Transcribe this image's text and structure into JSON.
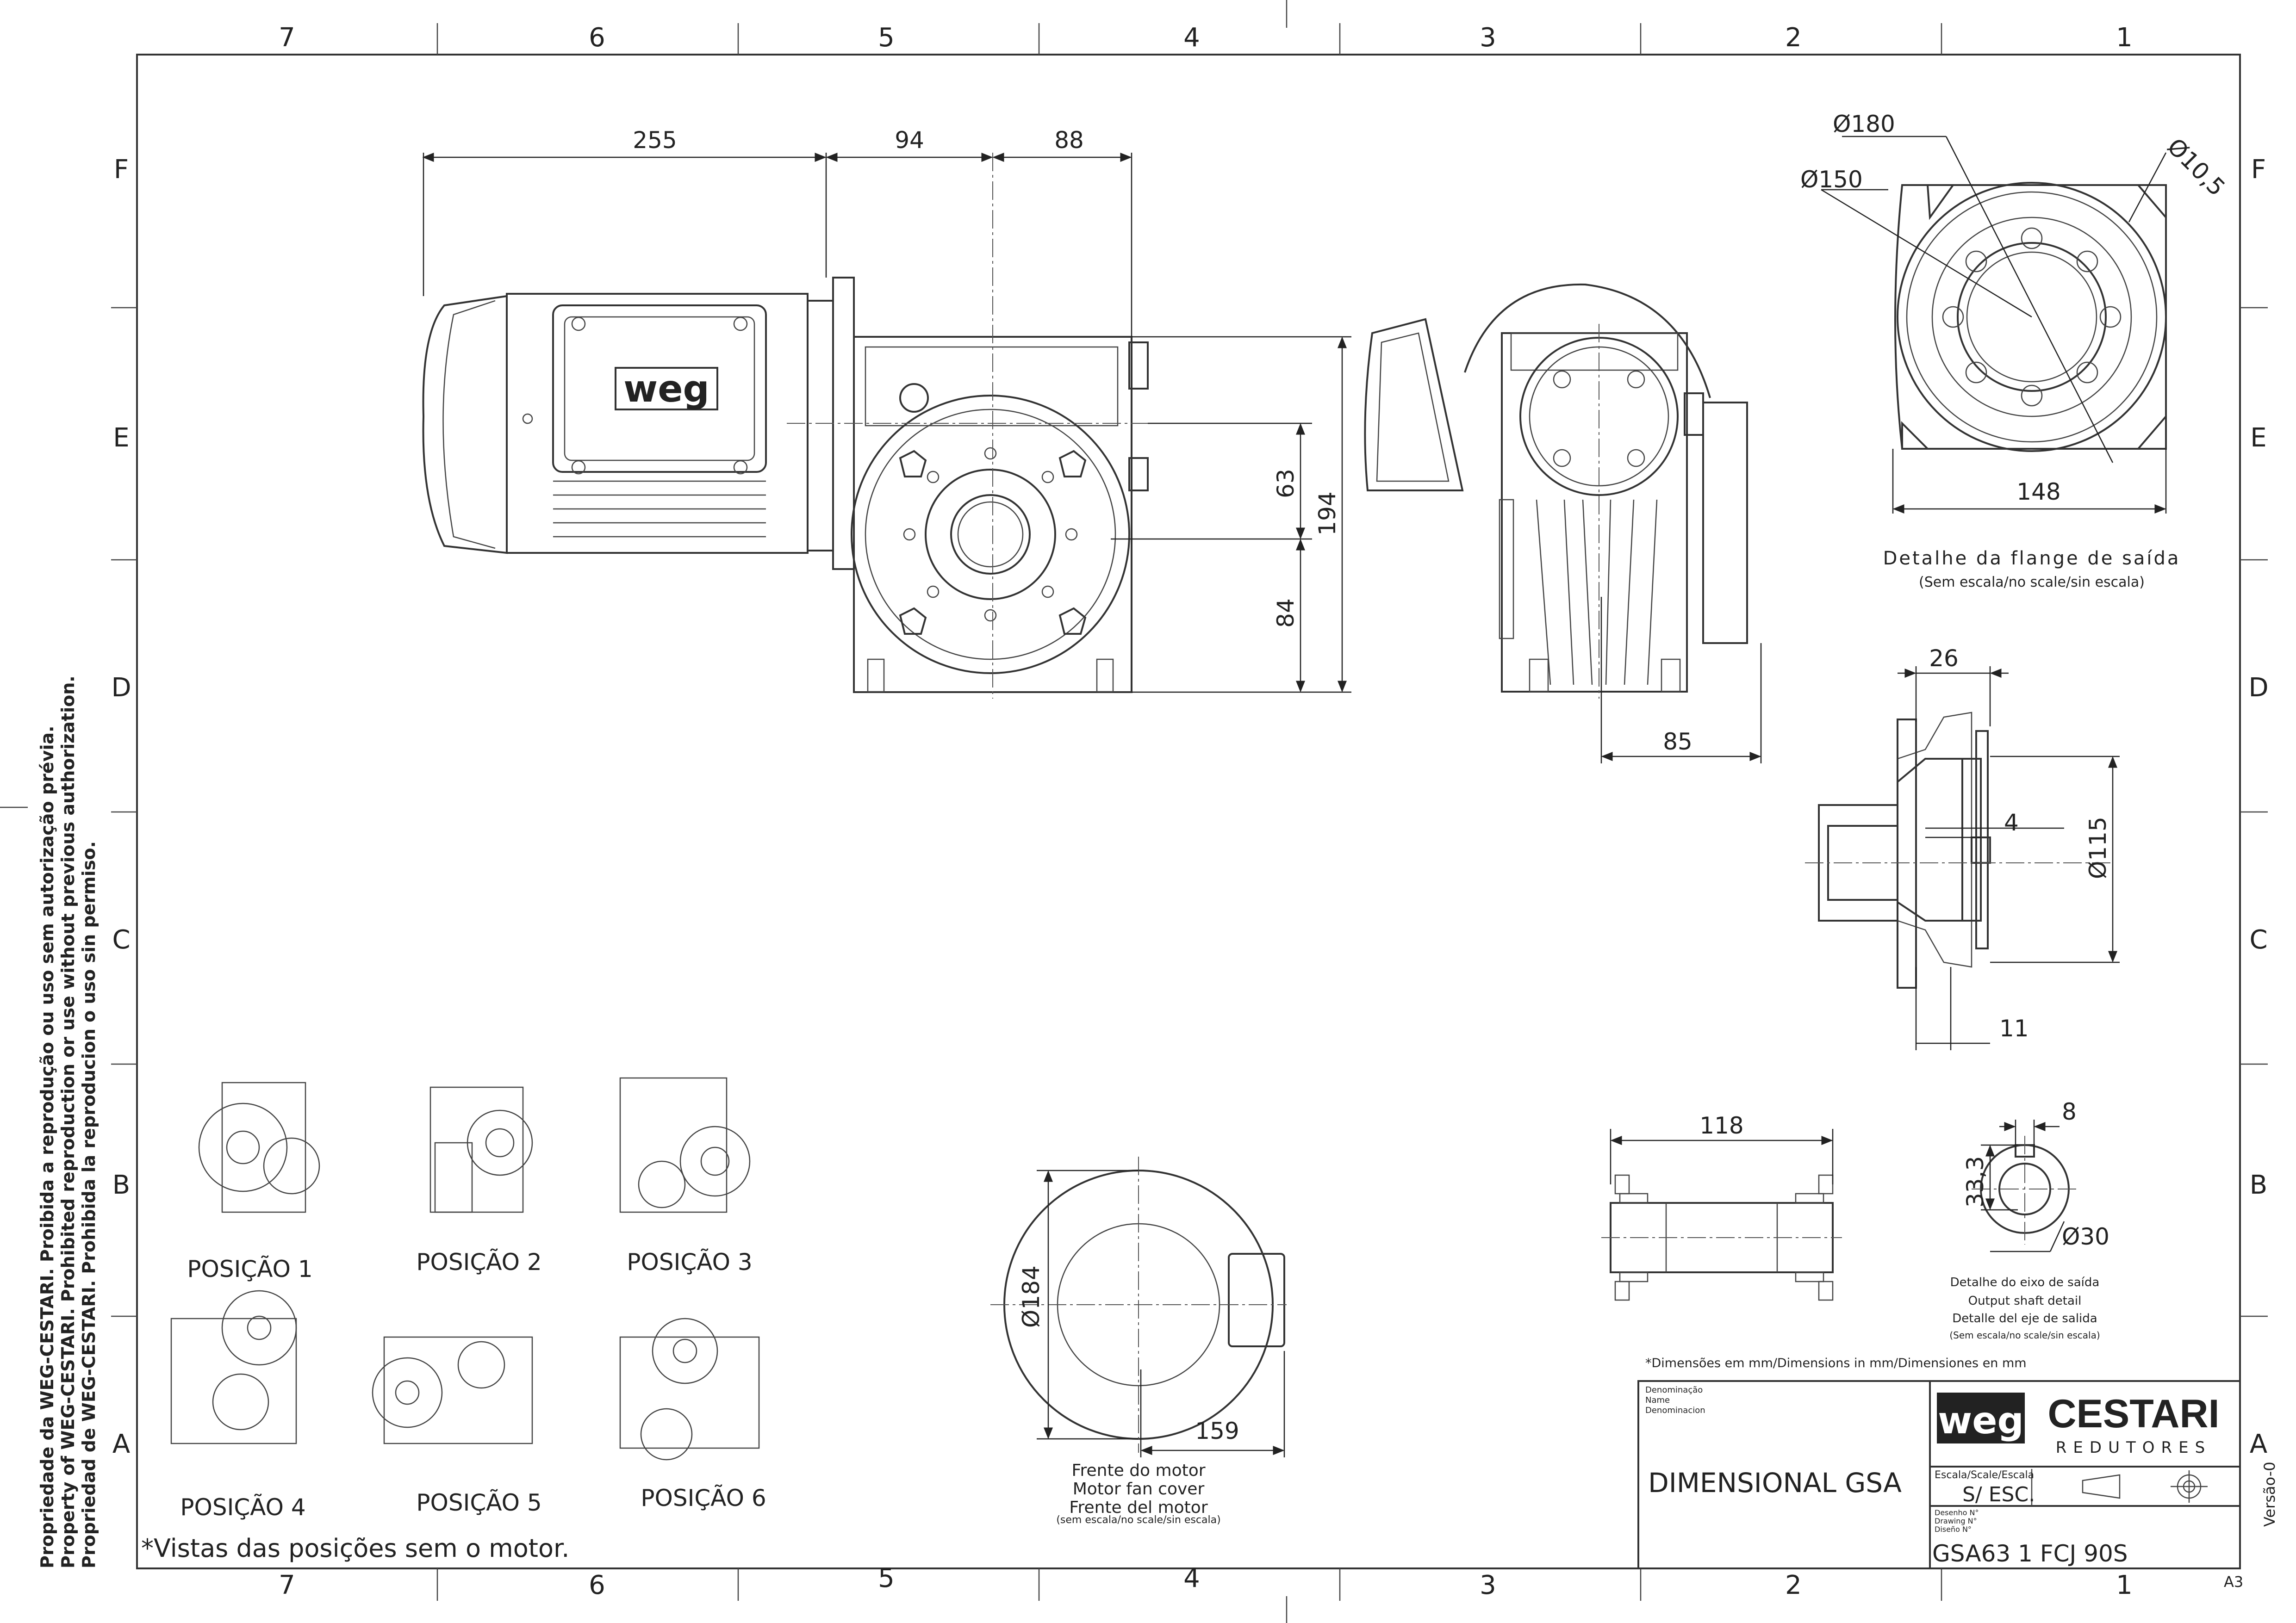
{
  "border": {
    "columns_top": [
      "7",
      "6",
      "5",
      "4",
      "3",
      "2",
      "1"
    ],
    "columns_bottom": [
      "7",
      "6",
      "5",
      "4",
      "3",
      "2",
      "1"
    ],
    "rows_left": [
      "F",
      "E",
      "D",
      "C",
      "B",
      "A"
    ],
    "rows_right": [
      "F",
      "E",
      "D",
      "C",
      "B",
      "A"
    ]
  },
  "side_notice": {
    "line1": "Propriedade da WEG-CESTARI. Proibida a reprodução ou uso sem autorização prévia.",
    "line2": "Property of WEG-CESTARI. Prohibited reproduction or use without previous authorization.",
    "line3": "Propriedad de WEG-CESTARI. Prohibida la reproducion o uso sin permiso."
  },
  "dimensions": {
    "motor_length": "255",
    "flange_offset": "94",
    "housing_offset": "88",
    "shaft_height_upper": "63",
    "total_height": "194",
    "shaft_height_lower": "84",
    "side_depth": "85",
    "flange_d180": "Ø180",
    "flange_d150": "Ø150",
    "flange_hole": "Ø10,5",
    "flange_width": "148",
    "detail_26": "26",
    "detail_4": "4",
    "detail_d115": "Ø115",
    "detail_11": "11",
    "bottom_118": "118",
    "shaft_8": "8",
    "shaft_33": "33,3",
    "shaft_d30": "Ø30",
    "fan_d184": "Ø184",
    "fan_159": "159"
  },
  "labels": {
    "flange_detail_title": "Detalhe da flange de saída",
    "flange_detail_sub": "(Sem escala/no scale/sin escala)",
    "shaft_detail_1": "Detalhe do eixo de saída",
    "shaft_detail_2": "Output shaft detail",
    "shaft_detail_3": "Detalle del eje de salida",
    "shaft_detail_4": "(Sem escala/no scale/sin escala)",
    "fan_1": "Frente do motor",
    "fan_2": "Motor fan cover",
    "fan_3": "Frente del motor",
    "fan_4": "(sem escala/no scale/sin escala)",
    "dims_note": "*Dimensões em mm/Dimensions in mm/Dimensiones en mm",
    "positions_note": "*Vistas das posições sem o motor.",
    "positions": [
      "POSIÇÃO 1",
      "POSIÇÃO 2",
      "POSIÇÃO 3",
      "POSIÇÃO 4",
      "POSIÇÃO 5",
      "POSIÇÃO 6"
    ],
    "logo_text": "weg"
  },
  "title_block": {
    "name_label_1": "Denominação",
    "name_label_2": "Name",
    "name_label_3": "Denominacion",
    "title": "DIMENSIONAL GSA",
    "brand_logo": "weg",
    "brand": "CESTARI",
    "brand_sub": "REDUTORES",
    "scale_label": "Escala/Scale/Escala",
    "scale_value": "S/  ESC.",
    "drawing_label_1": "Desenho N°",
    "drawing_label_2": "Drawing N°",
    "drawing_label_3": "Diseño N°",
    "drawing_number": "GSA63 1 FCJ 90S",
    "version": "Versão-0",
    "sheet": "A3"
  }
}
